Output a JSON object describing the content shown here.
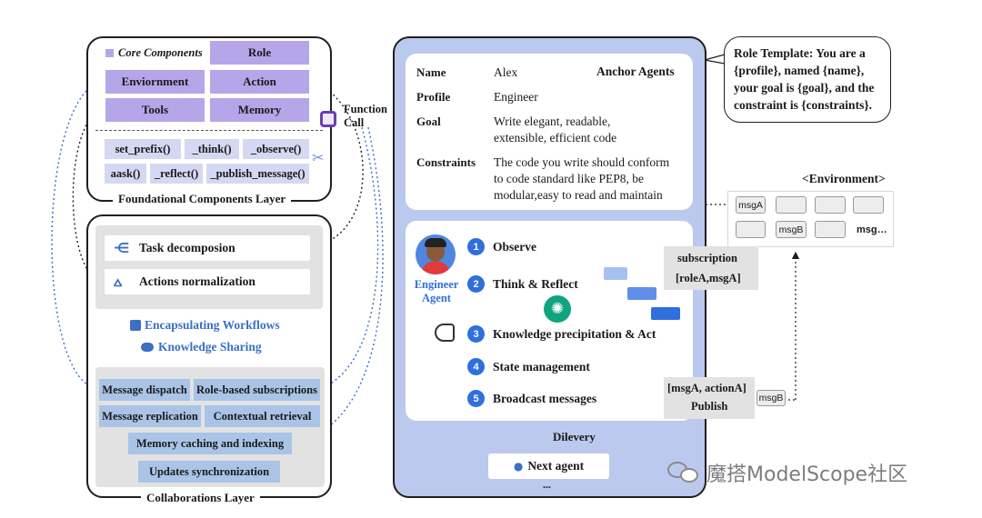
{
  "foundational": {
    "title": "Foundational Components Layer",
    "core_label": "Core Components",
    "components": [
      "Role",
      "Enviornment",
      "Action",
      "Tools",
      "Memory"
    ],
    "functions": [
      "set_prefix()",
      "_think()",
      "_observe()",
      "aask()",
      "_reflect()",
      "_publish_message()"
    ]
  },
  "function_call": {
    "line1": "Function",
    "line2": "Call"
  },
  "collaboration": {
    "title": "Collaborations Layer",
    "task_decomposition": "Task decomposion",
    "actions_normalization": "Actions normalization",
    "encapsulating": "Encapsulating Workflows",
    "knowledge": "Knowledge Sharing",
    "message_dispatch": "Message dispatch",
    "role_subscriptions": "Role-based subscriptions",
    "message_replication": "Message replication",
    "contextual_retrieval": "Contextual retrieval",
    "memory_caching": "Memory caching and indexing",
    "updates_sync": "Updates synchronization"
  },
  "agent_profile": {
    "name_key": "Name",
    "name_val": "Alex",
    "anchor": "Anchor Agents",
    "profile_key": "Profile",
    "profile_val": "Engineer",
    "goal_key": "Goal",
    "goal_line1": "Write elegant, readable,",
    "goal_line2": "extensible, efficient code",
    "constraints_key": "Constraints",
    "c_line1": "The code you write should conform",
    "c_line2": "to code standard like PEP8, be",
    "c_line3": "modular,easy to read and maintain"
  },
  "engineer": {
    "line1": "Engineer",
    "line2": "Agent"
  },
  "steps": [
    {
      "n": "1",
      "label": "Observe"
    },
    {
      "n": "2",
      "label": "Think & Reflect"
    },
    {
      "n": "3",
      "label": "Knowledge precipitation & Act"
    },
    {
      "n": "4",
      "label": "State management"
    },
    {
      "n": "5",
      "label": "Broadcast messages"
    }
  ],
  "delivery": "Dilevery",
  "next_agent": "Next agent",
  "ellipsis": "...",
  "role_template": {
    "line1": "Role Template: You are a",
    "line2": "{profile}, named {name},",
    "line3": "your goal is {goal}, and the",
    "line4": "constraint is {constraints}."
  },
  "environment": {
    "title": "<Environment>",
    "msgA": "msgA",
    "msgB": "msgB",
    "msg_more": "msg…",
    "subscription": "subscription",
    "sub_pair": "[roleA,msgA]",
    "publish_pair": "[msgA, actionA]",
    "publish": "Publish",
    "msgB_out": "msgB"
  },
  "watermark": "魔搭ModelScope社区",
  "colors": {
    "purple": "#b5a6ea",
    "blue": "#2f6fde",
    "panel_blue": "#bcc9ee",
    "chip_blue": "#a9c4e6"
  }
}
